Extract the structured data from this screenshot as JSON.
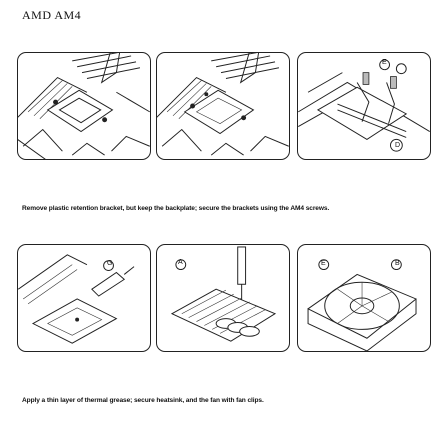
{
  "header": {
    "title": "AMD  AM4"
  },
  "step1": {
    "caption": "Remove plastic retention bracket, but keep the backplate; secure the brackets using the AM4 screws.",
    "callouts": [
      "E",
      "D"
    ]
  },
  "step2": {
    "caption": "Apply a thin layer of thermal grease; secure heatsink, and the fan with fan clips.",
    "callouts": [
      "G",
      "A",
      "E",
      "B"
    ]
  }
}
